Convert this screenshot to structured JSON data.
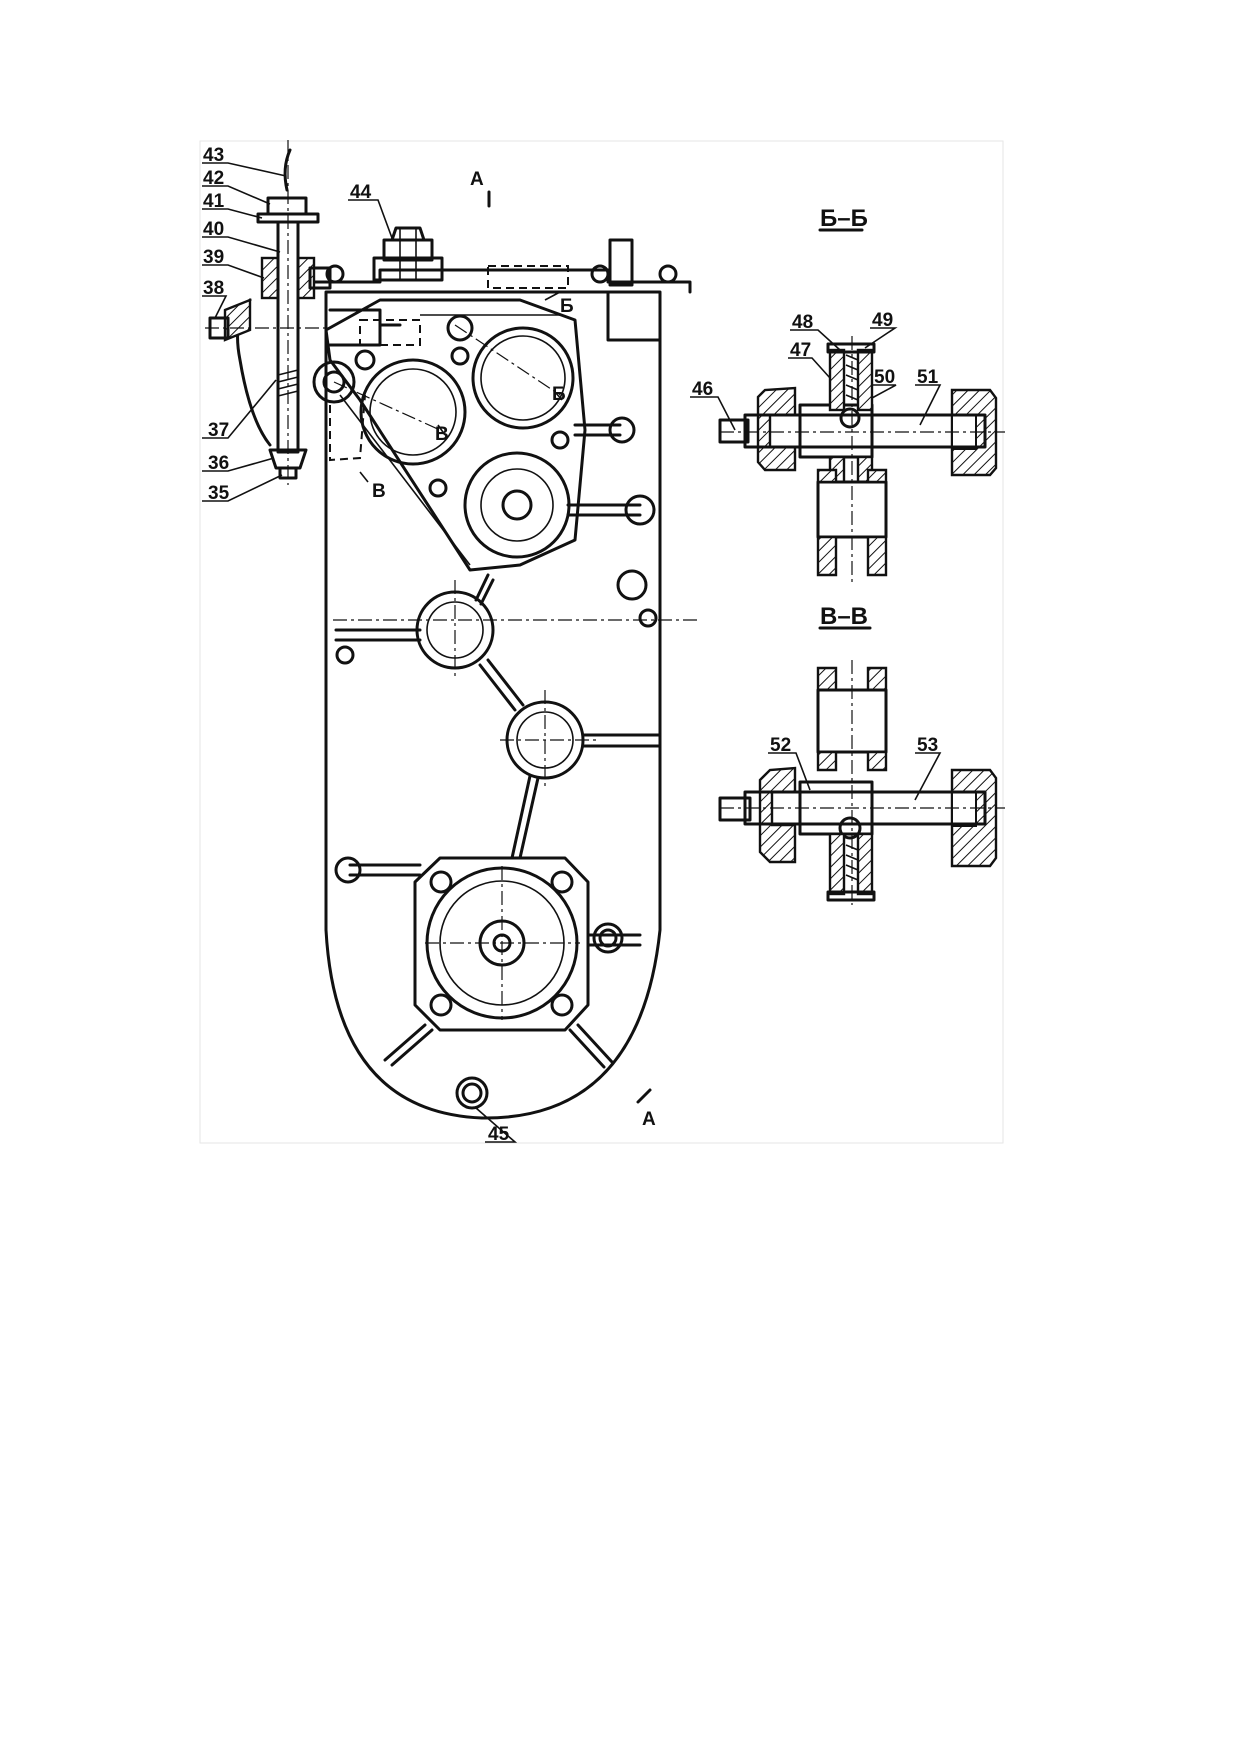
{
  "views": {
    "main": {
      "section_a_top": "А",
      "section_a_bottom": "А",
      "section_b_marks": [
        "Б",
        "Б"
      ],
      "section_v_marks": [
        "В",
        "В"
      ]
    },
    "section_bb": {
      "title": "Б–Б"
    },
    "section_vv": {
      "title": "В–В"
    }
  },
  "callouts": {
    "c35": "35",
    "c36": "36",
    "c37": "37",
    "c38": "38",
    "c39": "39",
    "c40": "40",
    "c41": "41",
    "c42": "42",
    "c43": "43",
    "c44": "44",
    "c45": "45",
    "c46": "46",
    "c47": "47",
    "c48": "48",
    "c49": "49",
    "c50": "50",
    "c51": "51",
    "c52": "52",
    "c53": "53"
  }
}
